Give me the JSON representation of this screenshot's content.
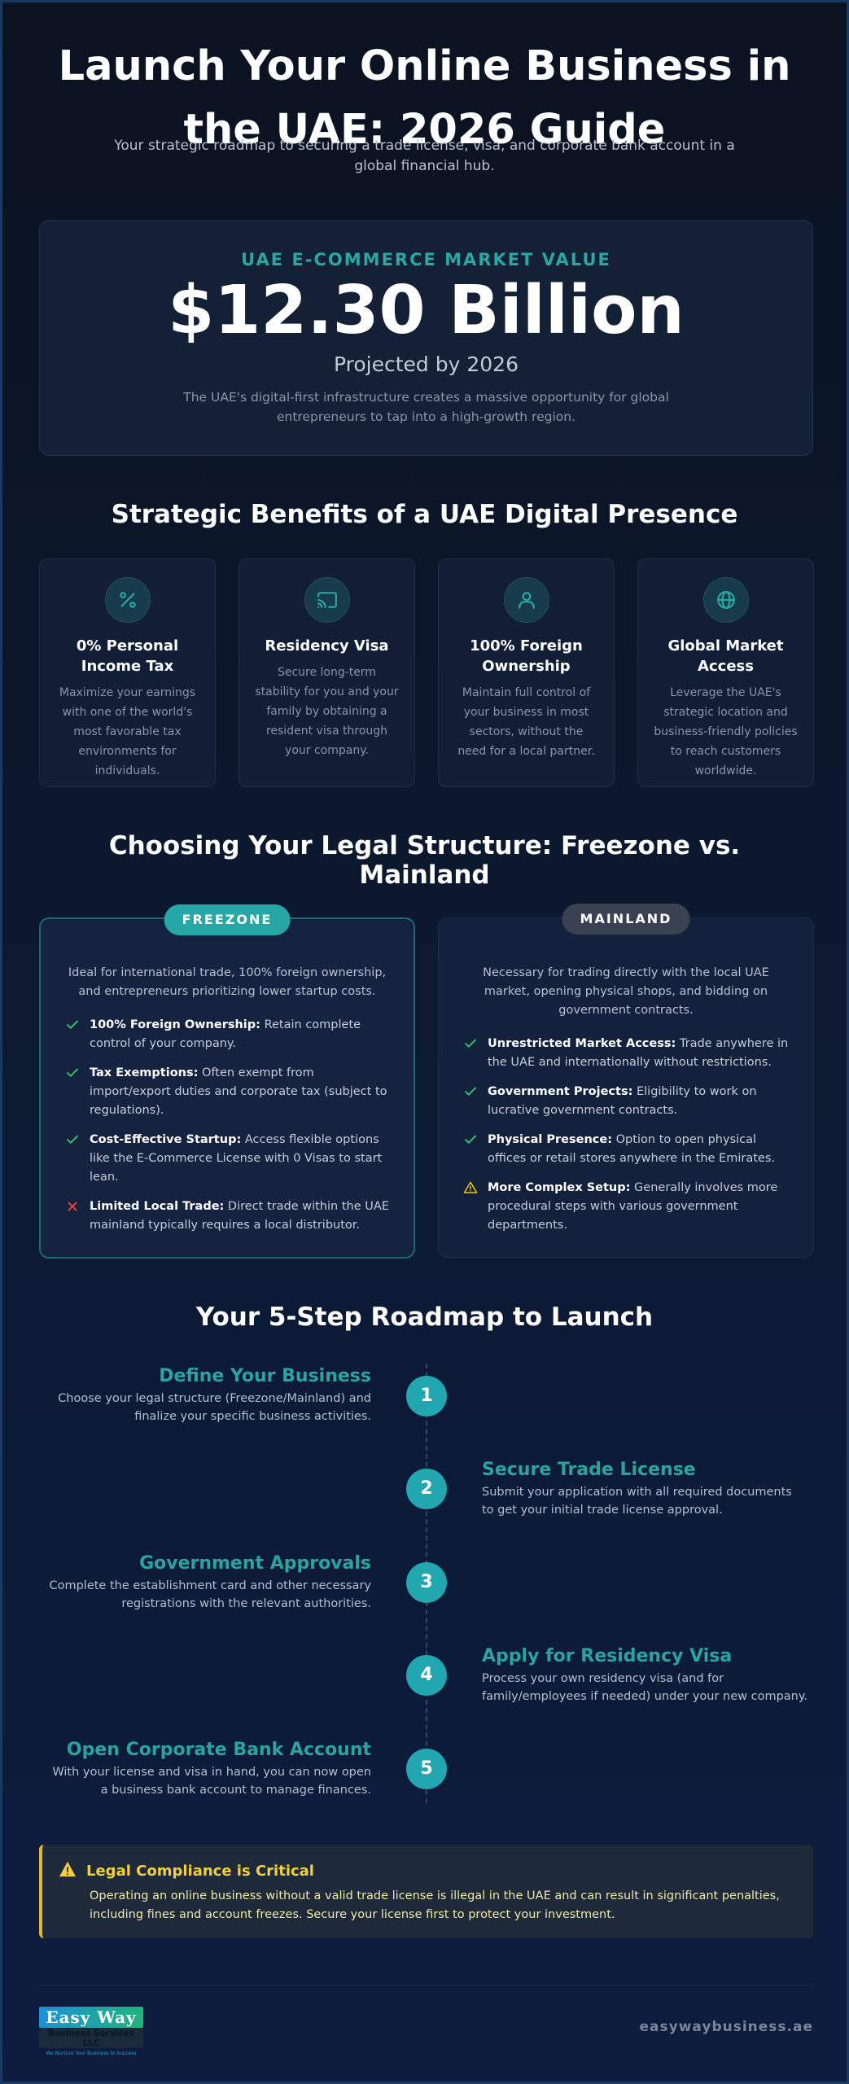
{
  "hero": {
    "title": "Launch Your Online Business in the UAE: 2026 Guide",
    "subtitle": "Your strategic roadmap to securing a trade license, visa, and corporate bank account in a global financial hub."
  },
  "market": {
    "label": "UAE E-COMMERCE MARKET VALUE",
    "value": "$12.30 Billion",
    "projection": "Projected by 2026",
    "description": "The UAE's digital-first infrastructure creates a massive opportunity for global entrepreneurs to tap into a high-growth region."
  },
  "benefits": {
    "title": "Strategic Benefits of a UAE Digital Presence",
    "items": [
      {
        "icon": "percent-icon",
        "title": "0% Personal Income Tax",
        "desc": "Maximize your earnings with one of the world's most favorable tax environments for individuals."
      },
      {
        "icon": "cast-icon",
        "title": "Residency Visa",
        "desc": "Secure long-term stability for you and your family by obtaining a resident visa through your company."
      },
      {
        "icon": "user-icon",
        "title": "100% Foreign Ownership",
        "desc": "Maintain full control of your business in most sectors, without the need for a local partner."
      },
      {
        "icon": "globe-icon",
        "title": "Global Market Access",
        "desc": "Leverage the UAE's strategic location and business-friendly policies to reach customers worldwide."
      }
    ]
  },
  "structure": {
    "title": "Choosing Your Legal Structure: Freezone vs. Mainland",
    "freezone": {
      "label": "FREEZONE",
      "intro": "Ideal for international trade, 100% foreign ownership, and entrepreneurs prioritizing lower startup costs.",
      "features": [
        {
          "icon": "check-icon",
          "bold": "100% Foreign Ownership:",
          "text": " Retain complete control of your company."
        },
        {
          "icon": "check-icon",
          "bold": "Tax Exemptions:",
          "text": " Often exempt from import/export duties and corporate tax (subject to regulations)."
        },
        {
          "icon": "check-icon",
          "bold": "Cost-Effective Startup:",
          "text": " Access flexible options like the E-Commerce License with 0 Visas to start lean."
        },
        {
          "icon": "cross-icon",
          "bold": "Limited Local Trade:",
          "text": " Direct trade within the UAE mainland typically requires a local distributor."
        }
      ]
    },
    "mainland": {
      "label": "MAINLAND",
      "intro": "Necessary for trading directly with the local UAE market, opening physical shops, and bidding on government contracts.",
      "features": [
        {
          "icon": "check-icon",
          "bold": "Unrestricted Market Access:",
          "text": " Trade anywhere in the UAE and internationally without restrictions."
        },
        {
          "icon": "check-icon",
          "bold": "Government Projects:",
          "text": " Eligibility to work on lucrative government contracts."
        },
        {
          "icon": "check-icon",
          "bold": "Physical Presence:",
          "text": " Option to open physical offices or retail stores anywhere in the Emirates."
        },
        {
          "icon": "warning-icon",
          "bold": "More Complex Setup:",
          "text": " Generally involves more procedural steps with various government departments."
        }
      ]
    }
  },
  "roadmap": {
    "title": "Your 5-Step Roadmap to Launch",
    "steps": [
      {
        "num": "1",
        "title": "Define Your Business",
        "desc": "Choose your legal structure (Freezone/Mainland) and finalize your specific business activities."
      },
      {
        "num": "2",
        "title": "Secure Trade License",
        "desc": "Submit your application with all required documents to get your initial trade license approval."
      },
      {
        "num": "3",
        "title": "Government Approvals",
        "desc": "Complete the establishment card and other necessary registrations with the relevant authorities."
      },
      {
        "num": "4",
        "title": "Apply for Residency Visa",
        "desc": "Process your own residency visa (and for family/employees if needed) under your new company."
      },
      {
        "num": "5",
        "title": "Open Corporate Bank Account",
        "desc": "With your license and visa in hand, you can now open a business bank account to manage finances."
      }
    ]
  },
  "warning": {
    "title": "Legal Compliance is Critical",
    "desc": "Operating an online business without a valid trade license is illegal in the UAE and can result in significant penalties, including fines and account freezes. Secure your license first to protect your investment."
  },
  "footer": {
    "logo_main": "Easy Way",
    "logo_sub": "Business Services LLC",
    "logo_tag": "We Nurture Your Business to Success",
    "site": "easywaybusiness.ae"
  },
  "colors": {
    "accent": "#2aa7a2",
    "warning": "#f4d03f",
    "check": "#2ecc71",
    "cross": "#e74c3c"
  }
}
